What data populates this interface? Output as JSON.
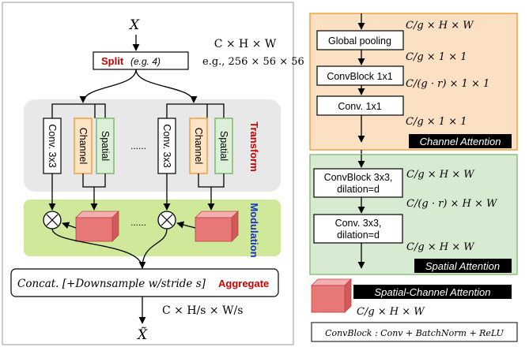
{
  "left": {
    "input": "X",
    "input_dims": "C × H × W",
    "split_label": "Split",
    "split_example": "(e.g. 4)",
    "split_dims": "e.g., 256 × 56 × 56",
    "conv_label": "Conv. 3x3",
    "channel_label": "Channel",
    "spatial_label": "Spatial",
    "ellipsis": "......",
    "transform_label": "Transform",
    "modulation_label": "Modulation",
    "concat_label": "Concat. [+Downsample w/stride s]",
    "aggregate_label": "Aggregate",
    "output_dims": "C × H/s × W/s",
    "output": "X̃"
  },
  "channel_attention": {
    "dims_top": "C/g × H × W",
    "box1": "Global pooling",
    "dims_1": "C/g × 1 × 1",
    "box2": "ConvBlock 1x1",
    "dims_2": "C/(g · r) × 1 × 1",
    "box3": "Conv. 1x1",
    "dims_3": "C/g × 1 × 1",
    "title": "Channel Attention"
  },
  "spatial_attention": {
    "box1_line1": "ConvBlock 3x3,",
    "box1_line2": "dilation=d",
    "dims_1": "C/g × H × W",
    "dims_2": "C/(g · r) × H × W",
    "box2_line1": "Conv. 3x3,",
    "box2_line2": "dilation=d",
    "dims_3": "C/g × H × W",
    "title": "Spatial Attention"
  },
  "legend": {
    "sca_label": "Spatial-Channel Attention",
    "sca_dims": "C/g × H × W",
    "convblock_def": "ConvBlock : Conv + BatchNorm + ReLU"
  },
  "colors": {
    "split_red": "#cc0000",
    "transform_red": "#cc0000",
    "modulation_blue": "#1a33cc",
    "aggregate_red": "#cc0000",
    "gray_panel": "#e8e8e8",
    "green_panel": "#cfe89a",
    "orange_panel": "#fbe0c4",
    "orange_border": "#f0a040",
    "green_box": "#d7ebd2",
    "green_border": "#8fbf7f",
    "channel_fill": "#fde4c4",
    "channel_border": "#f0a040",
    "spatial_fill": "#dcefd8",
    "spatial_border": "#7fb870",
    "cube_front": "#e87878",
    "cube_top": "#f4b0b0",
    "cube_side": "#d05a5a"
  },
  "icons": [
    "multiply-circle-icon",
    "red-cube-icon",
    "arrow-icon"
  ]
}
